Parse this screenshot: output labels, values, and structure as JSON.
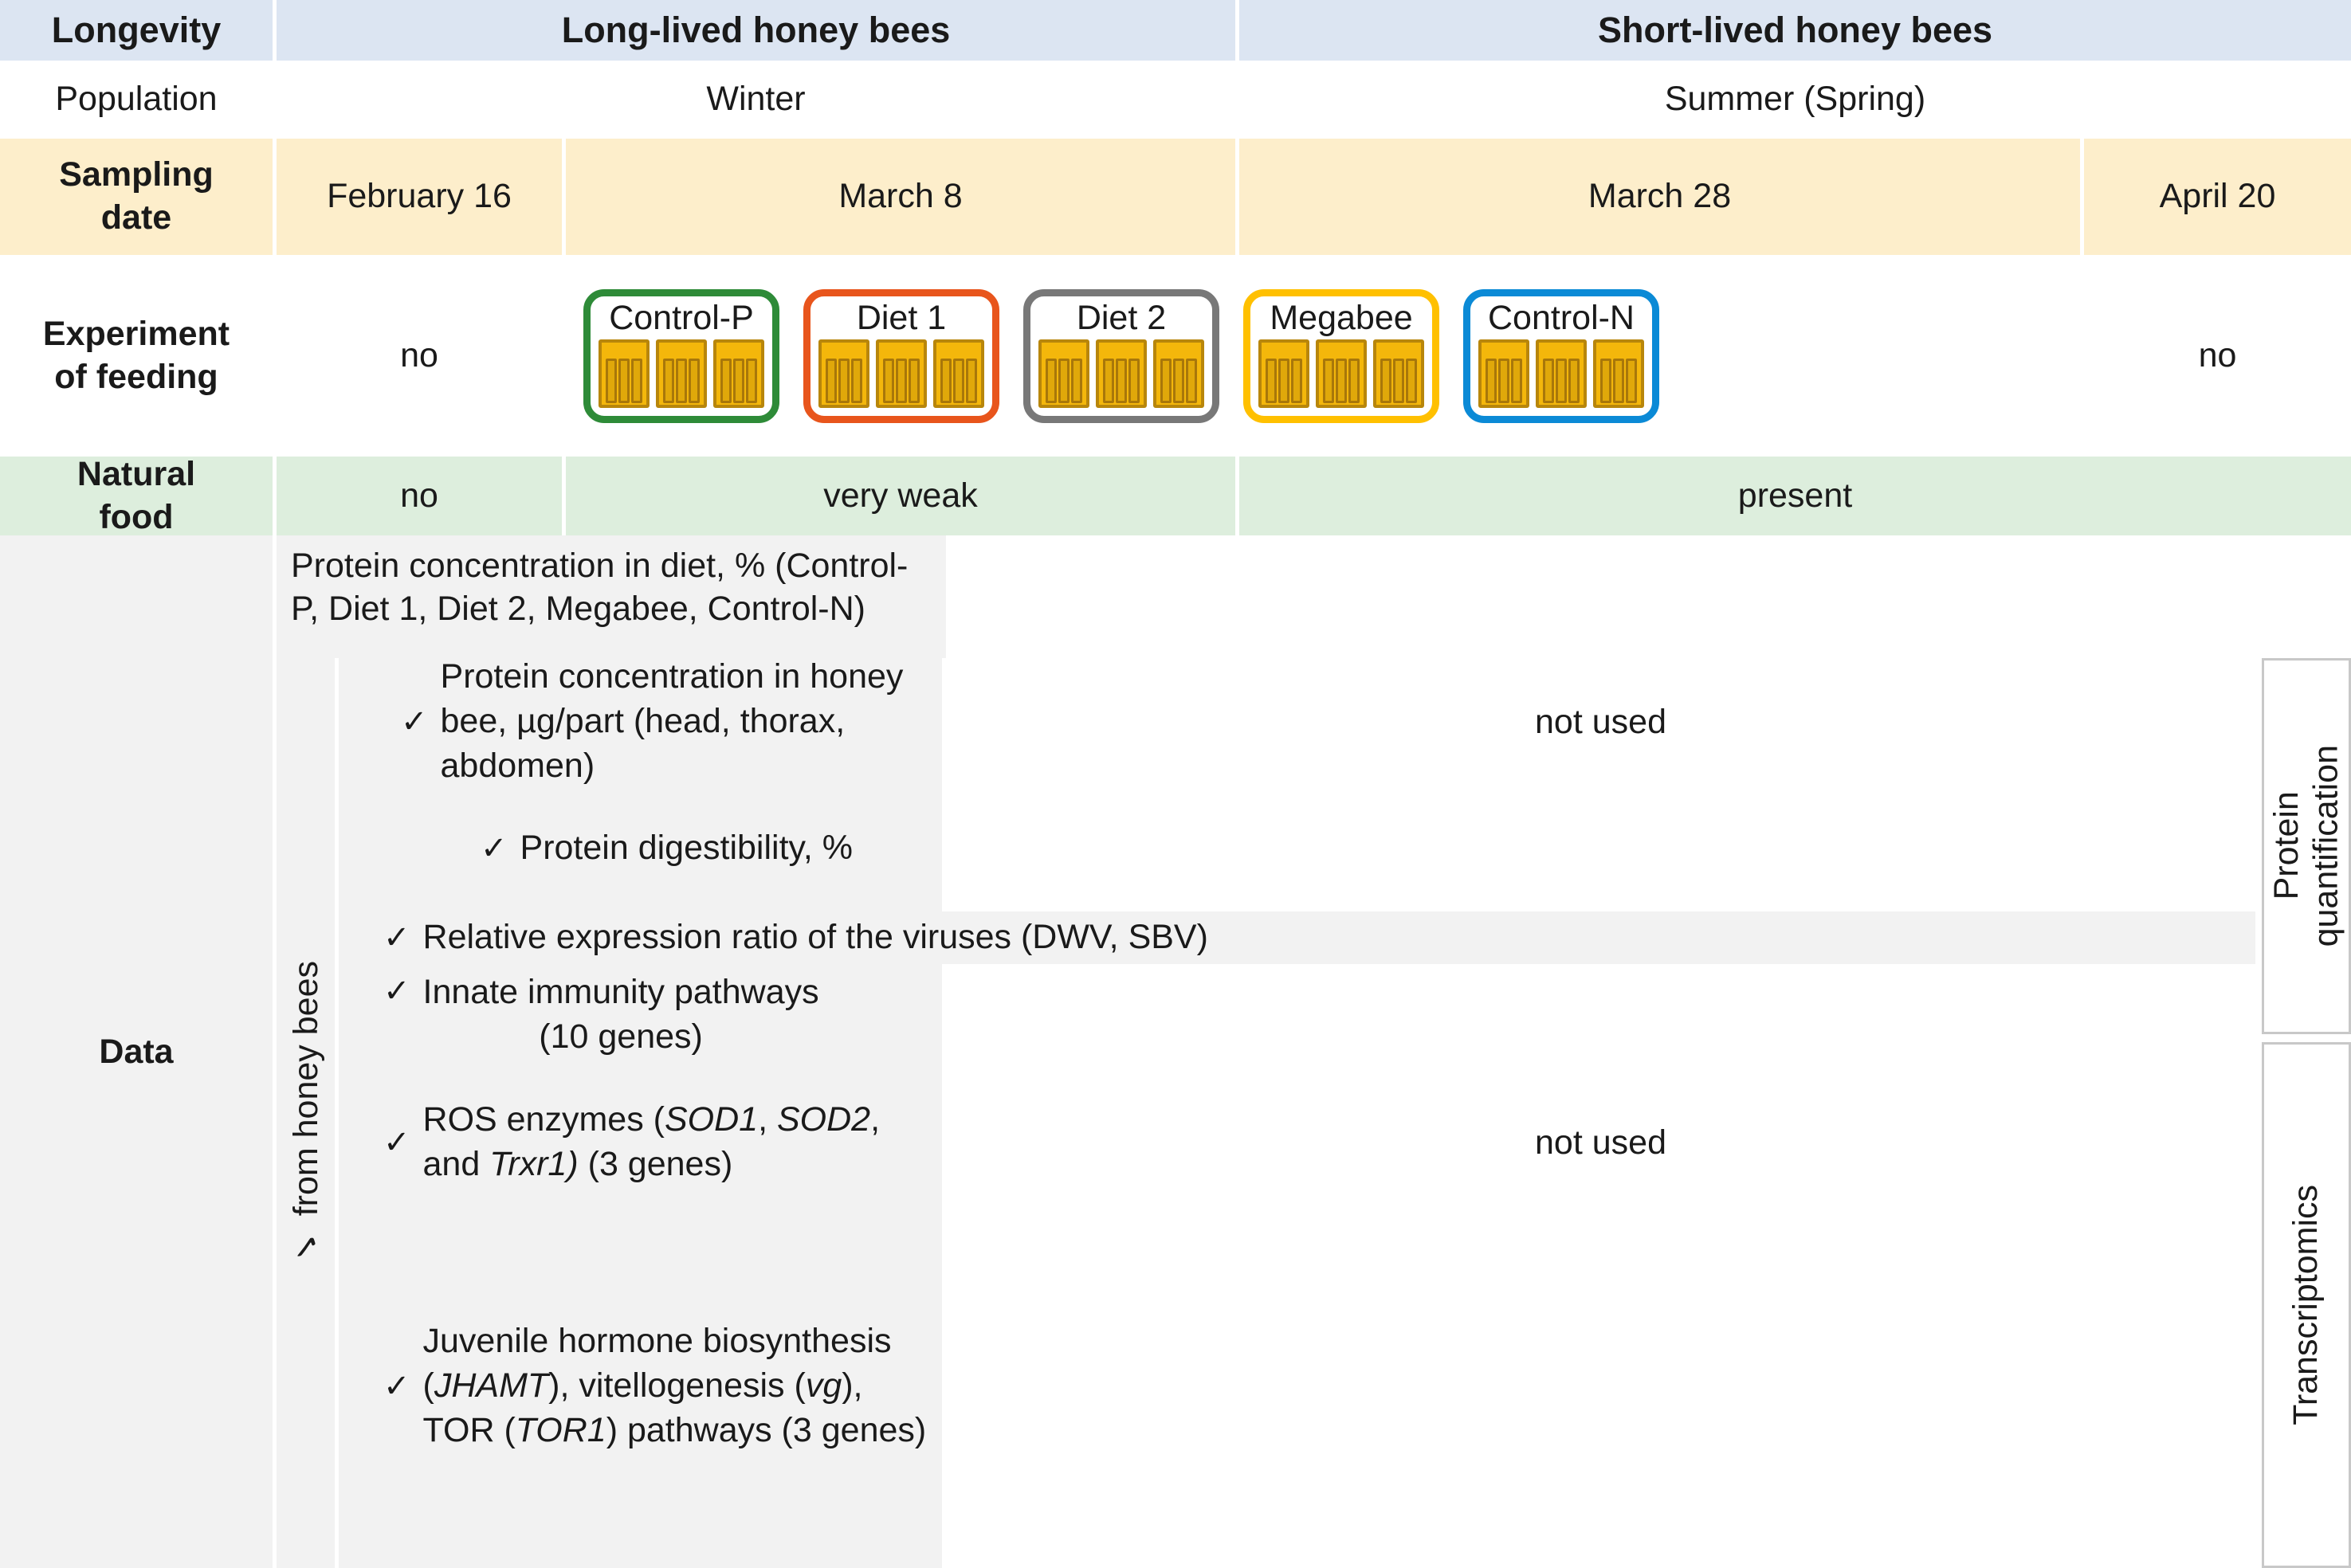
{
  "table": {
    "rows": {
      "longevity": {
        "label": "Longevity",
        "long_lived": "Long-lived honey bees",
        "short_lived": "Short-lived honey bees"
      },
      "population": {
        "label": "Population",
        "winter": "Winter",
        "summer": "Summer (Spring)"
      },
      "sampling_date": {
        "label": "Sampling\ndate",
        "feb": "February 16",
        "mar8": "March 8",
        "mar28": "March 28",
        "apr": "April 20"
      },
      "feeding": {
        "label": "Experiment\nof feeding",
        "feb_value": "no",
        "apr_value": "no",
        "groups": [
          {
            "name": "Control-P",
            "color": "#2e8b38",
            "hives": 3
          },
          {
            "name": "Diet 1",
            "color": "#e8551c",
            "hives": 3
          },
          {
            "name": "Diet 2",
            "color": "#787878",
            "hives": 3
          },
          {
            "name": "Megabee",
            "color": "#ffc000",
            "hives": 3
          },
          {
            "name": "Control-N",
            "color": "#0b8ad6",
            "hives": 3
          }
        ]
      },
      "natural_food": {
        "label": "Natural\nfood",
        "feb": "no",
        "mar8": "very weak",
        "right": "present"
      },
      "data": {
        "label": "Data",
        "vertical_left": "✓ from honey bees",
        "diet_protein": "Protein concentration in diet, % (Control-P, Diet 1, Diet 2, Megabee, Control-N)",
        "items": [
          {
            "check": "✓",
            "text": "Protein concentration in honey bee, µg/part (head, thorax, abdomen)"
          },
          {
            "check": "✓",
            "text": "Protein digestibility, %"
          },
          {
            "check": "✓",
            "text": "Relative expression ratio of the viruses (DWV, SBV)"
          },
          {
            "check": "✓",
            "text": "Innate immunity pathways\n(10 genes)"
          },
          {
            "check": "✓",
            "text": "ROS enzymes (SOD1, SOD2, and Trxr1) (3 genes)"
          },
          {
            "check": "✓",
            "text": "Juvenile hormone biosynthesis (JHAMT), vitellogenesis (vg), TOR (TOR1) pathways (3 genes)"
          }
        ],
        "not_used_protein": "not used",
        "not_used_trans": "not used"
      }
    },
    "legend": {
      "protein_quantification": "Protein\nquantification",
      "transcriptomics": "Transcriptomics"
    },
    "colors": {
      "header_blue": "#dce5f2",
      "sampling_cream": "#fdeecb",
      "natural_green": "#ddeedd",
      "data_gray": "#f2f2f2",
      "hive_yellow": "#f4b70b"
    }
  }
}
